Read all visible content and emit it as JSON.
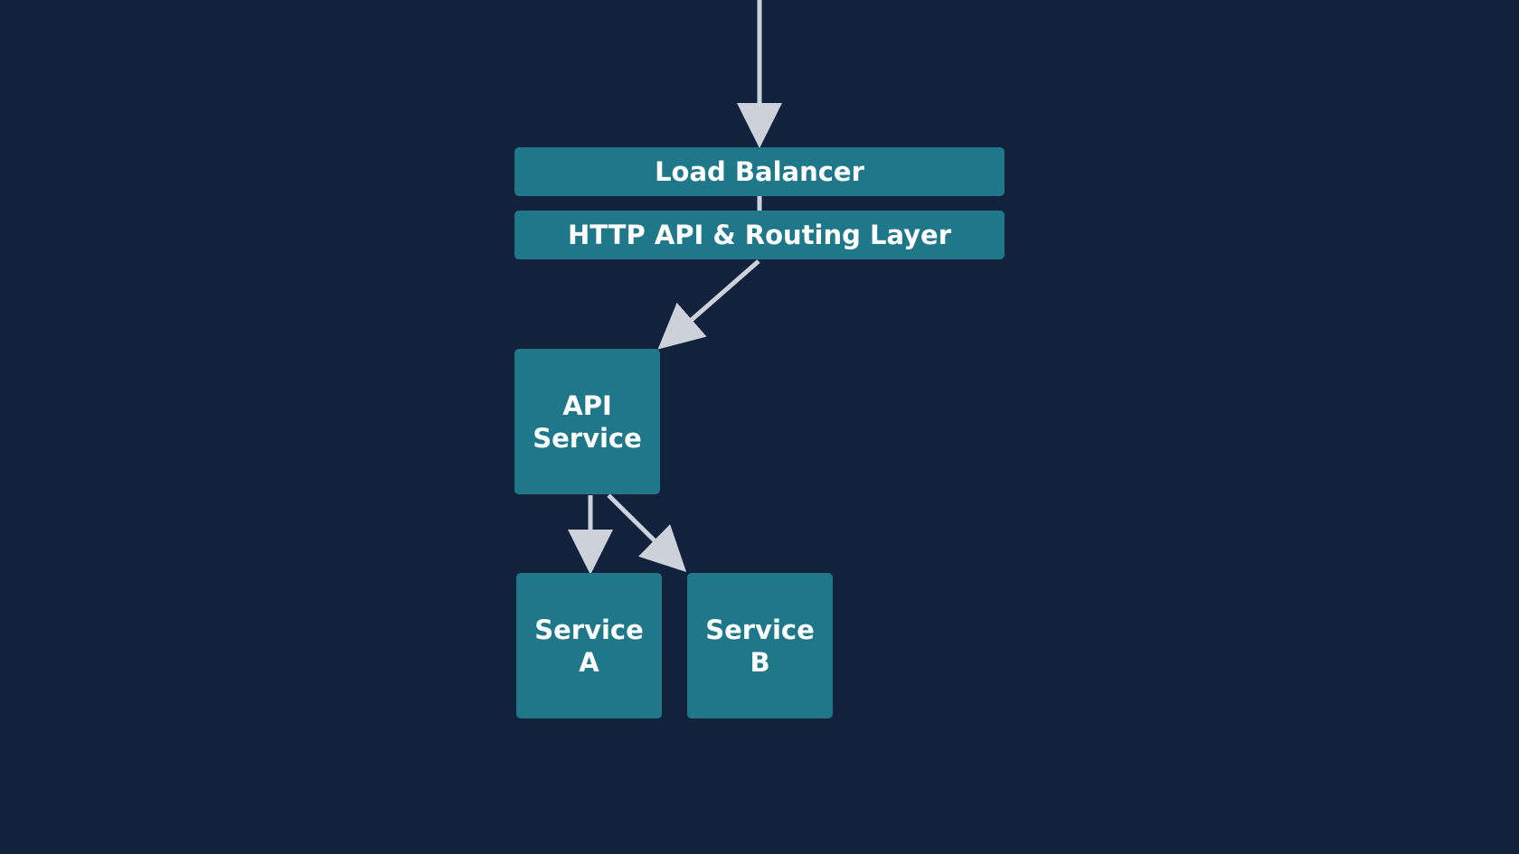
{
  "diagram": {
    "nodes": {
      "load_balancer": {
        "label": "Load Balancer"
      },
      "http_layer": {
        "label": "HTTP API & Routing Layer"
      },
      "api_service": {
        "line1": "API",
        "line2": "Service"
      },
      "service_a": {
        "line1": "Service",
        "line2": "A"
      },
      "service_b": {
        "line1": "Service",
        "line2": "B"
      }
    },
    "edges": [
      {
        "from": "incoming",
        "to": "load_balancer"
      },
      {
        "from": "load_balancer",
        "to": "http_layer"
      },
      {
        "from": "http_layer",
        "to": "api_service"
      },
      {
        "from": "api_service",
        "to": "service_a"
      },
      {
        "from": "api_service",
        "to": "service_b"
      }
    ],
    "colors": {
      "background": "#13223c",
      "node_fill": "#1f788a",
      "node_text": "#ffffff",
      "arrow": "#cdd1da"
    }
  }
}
